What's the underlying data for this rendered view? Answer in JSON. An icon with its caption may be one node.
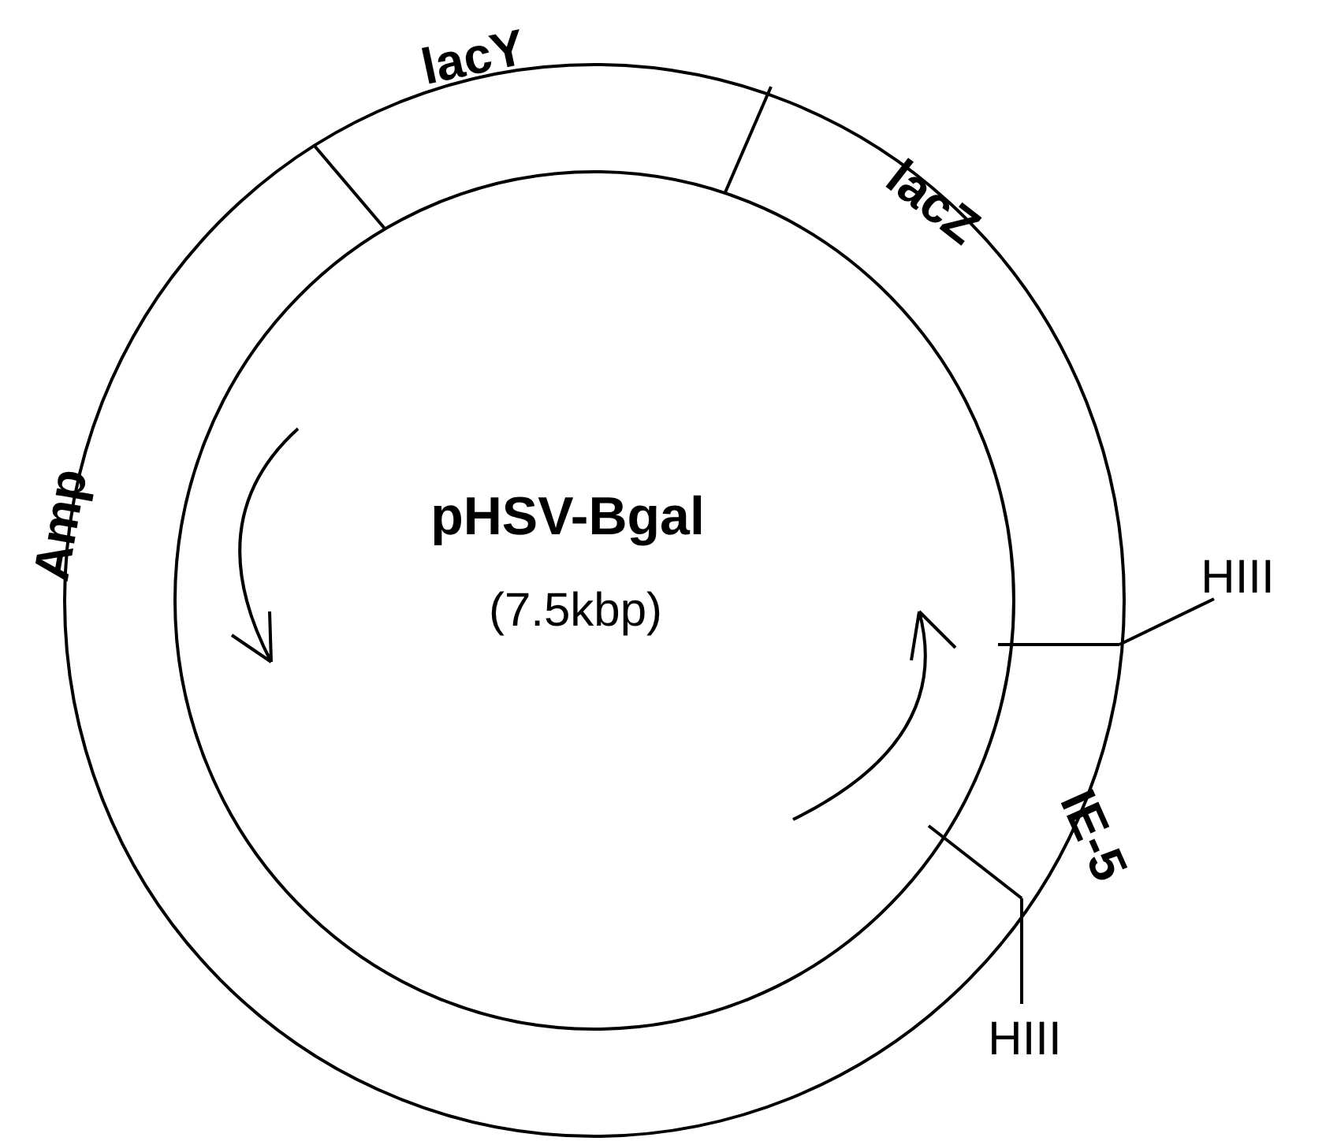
{
  "diagram": {
    "title": "pHSV-Bgal",
    "nodes": [
      {
        "text": [
          "HIII"
        ]
      },
      {
        "text": [
          "HIII"
        ]
      }
    ],
    "edges": [
      {
        "from": 0,
        "to": null,
        "arrow": "none"
      },
      {
        "from": 1,
        "to": null,
        "arrow": "none"
      }
    ],
    "labels": [
      "lacY",
      "lacZ",
      "Amp",
      "(7.5kbp)",
      "IE-5"
    ]
  }
}
